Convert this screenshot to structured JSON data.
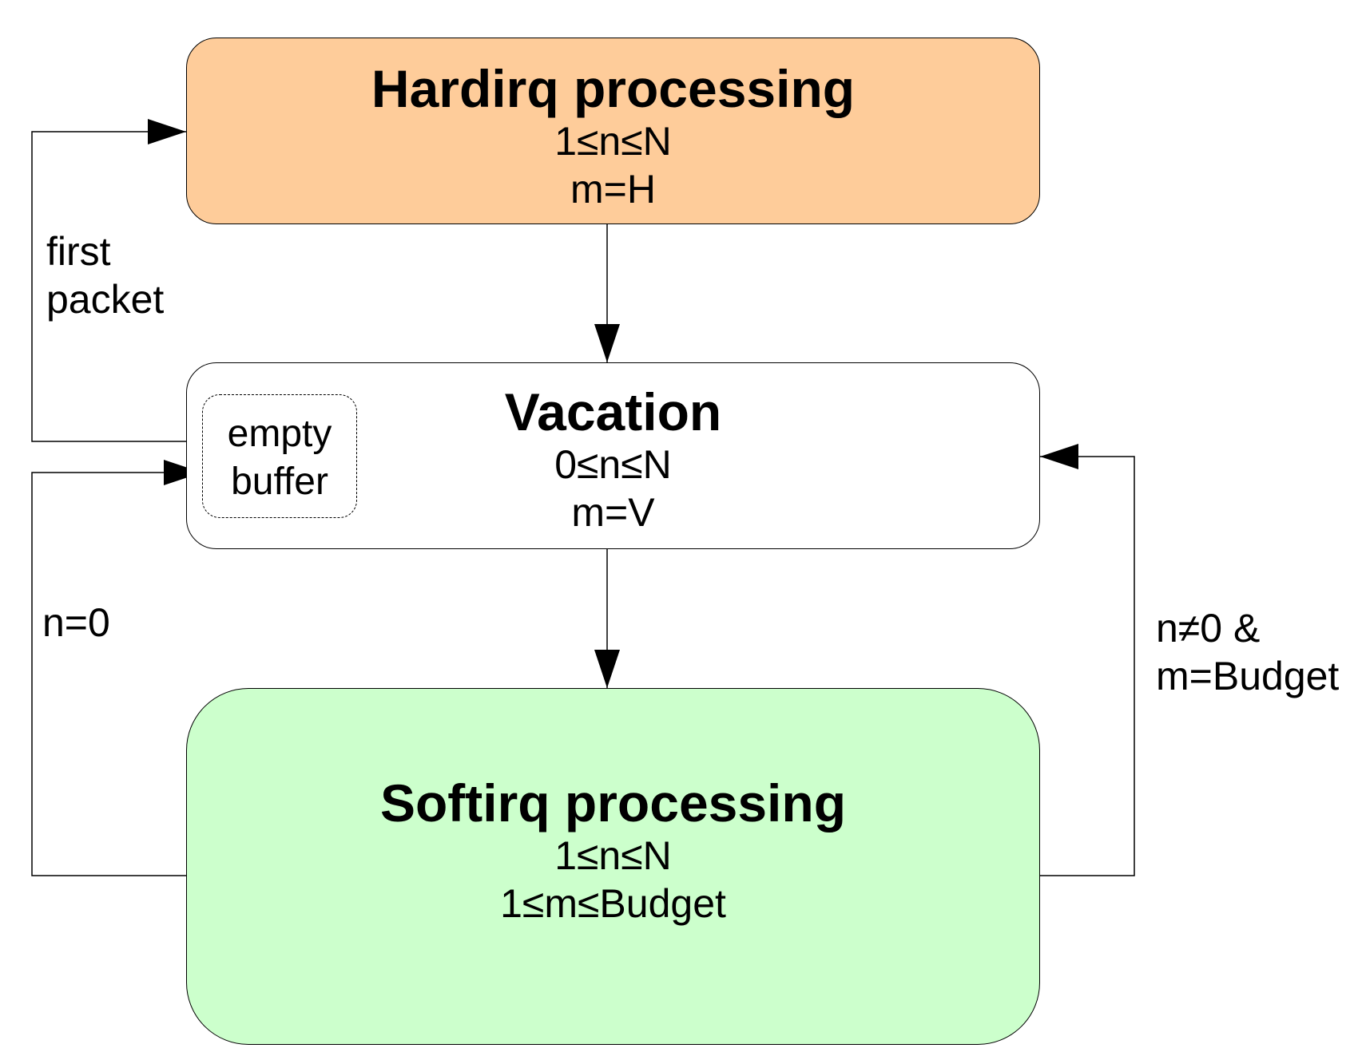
{
  "colors": {
    "hardirq_fill": "#fecc9a",
    "vacation_fill": "#ffffff",
    "softirq_fill": "#ccffcc",
    "line": "#000000"
  },
  "states": {
    "hardirq": {
      "title": "Hardirq processing",
      "line1": "1≤n≤N",
      "line2": "m=H"
    },
    "vacation": {
      "title": "Vacation",
      "line1": "0≤n≤N",
      "line2": "m=V"
    },
    "softirq": {
      "title": "Softirq processing",
      "line1": "1≤n≤N",
      "line2": "1≤m≤Budget"
    }
  },
  "empty_buffer": {
    "line1": "empty",
    "line2": "buffer"
  },
  "edges": {
    "first_packet": {
      "line1": "first",
      "line2": "packet"
    },
    "n_zero": {
      "label": "n=0"
    },
    "budget": {
      "line1": "n≠0 &",
      "line2": "m=Budget"
    }
  }
}
